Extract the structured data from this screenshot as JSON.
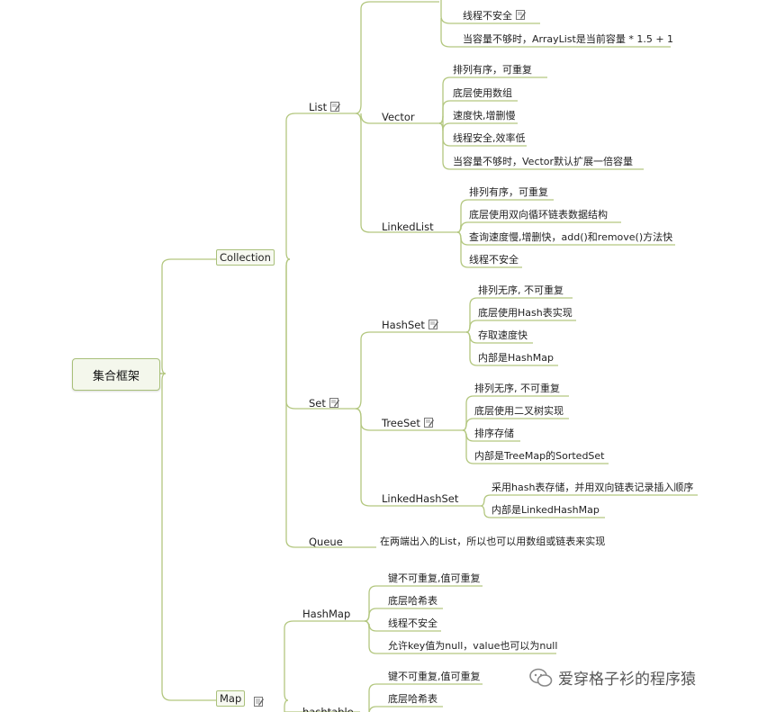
{
  "root": "集合框架",
  "collection": "Collection",
  "list": "List",
  "set": "Set",
  "queue": "Queue",
  "map": "Map",
  "arraylist_items": [
    "线程不安全",
    "当容量不够时，ArrayList是当前容量 * 1.5 + 1"
  ],
  "vector": {
    "label": "Vector",
    "items": [
      "排列有序，可重复",
      "底层使用数组",
      "速度快,增删慢",
      "线程安全,效率低",
      "当容量不够时，Vector默认扩展一倍容量"
    ]
  },
  "linkedlist": {
    "label": "LinkedList",
    "items": [
      "排列有序，可重复",
      "底层使用双向循环链表数据结构",
      "查询速度慢,增删快，add()和remove()方法快",
      "线程不安全"
    ]
  },
  "hashset": {
    "label": "HashSet",
    "items": [
      "排列无序, 不可重复",
      "底层使用Hash表实现",
      "存取速度快",
      "内部是HashMap"
    ]
  },
  "treeset": {
    "label": "TreeSet",
    "items": [
      "排列无序, 不可重复",
      "底层使用二叉树实现",
      "排序存储",
      "内部是TreeMap的SortedSet"
    ]
  },
  "linkedhashset": {
    "label": "LinkedHashSet",
    "items": [
      "采用hash表存储，并用双向链表记录插入顺序",
      "内部是LinkedHashMap"
    ]
  },
  "queue_desc": "在两端出入的List，所以也可以用数组或链表来实现",
  "hashmap": {
    "label": "HashMap",
    "items": [
      "键不可重复,值可重复",
      "底层哈希表",
      "线程不安全",
      "允许key值为null，value也可以为null"
    ]
  },
  "hashtable": {
    "label": "hashtable",
    "items": [
      "键不可重复,值可重复",
      "底层哈希表"
    ]
  },
  "watermark": "爱穿格子衫的程序猿",
  "colors": {
    "line": "#b3c77f",
    "box_border": "#a9c07a"
  }
}
